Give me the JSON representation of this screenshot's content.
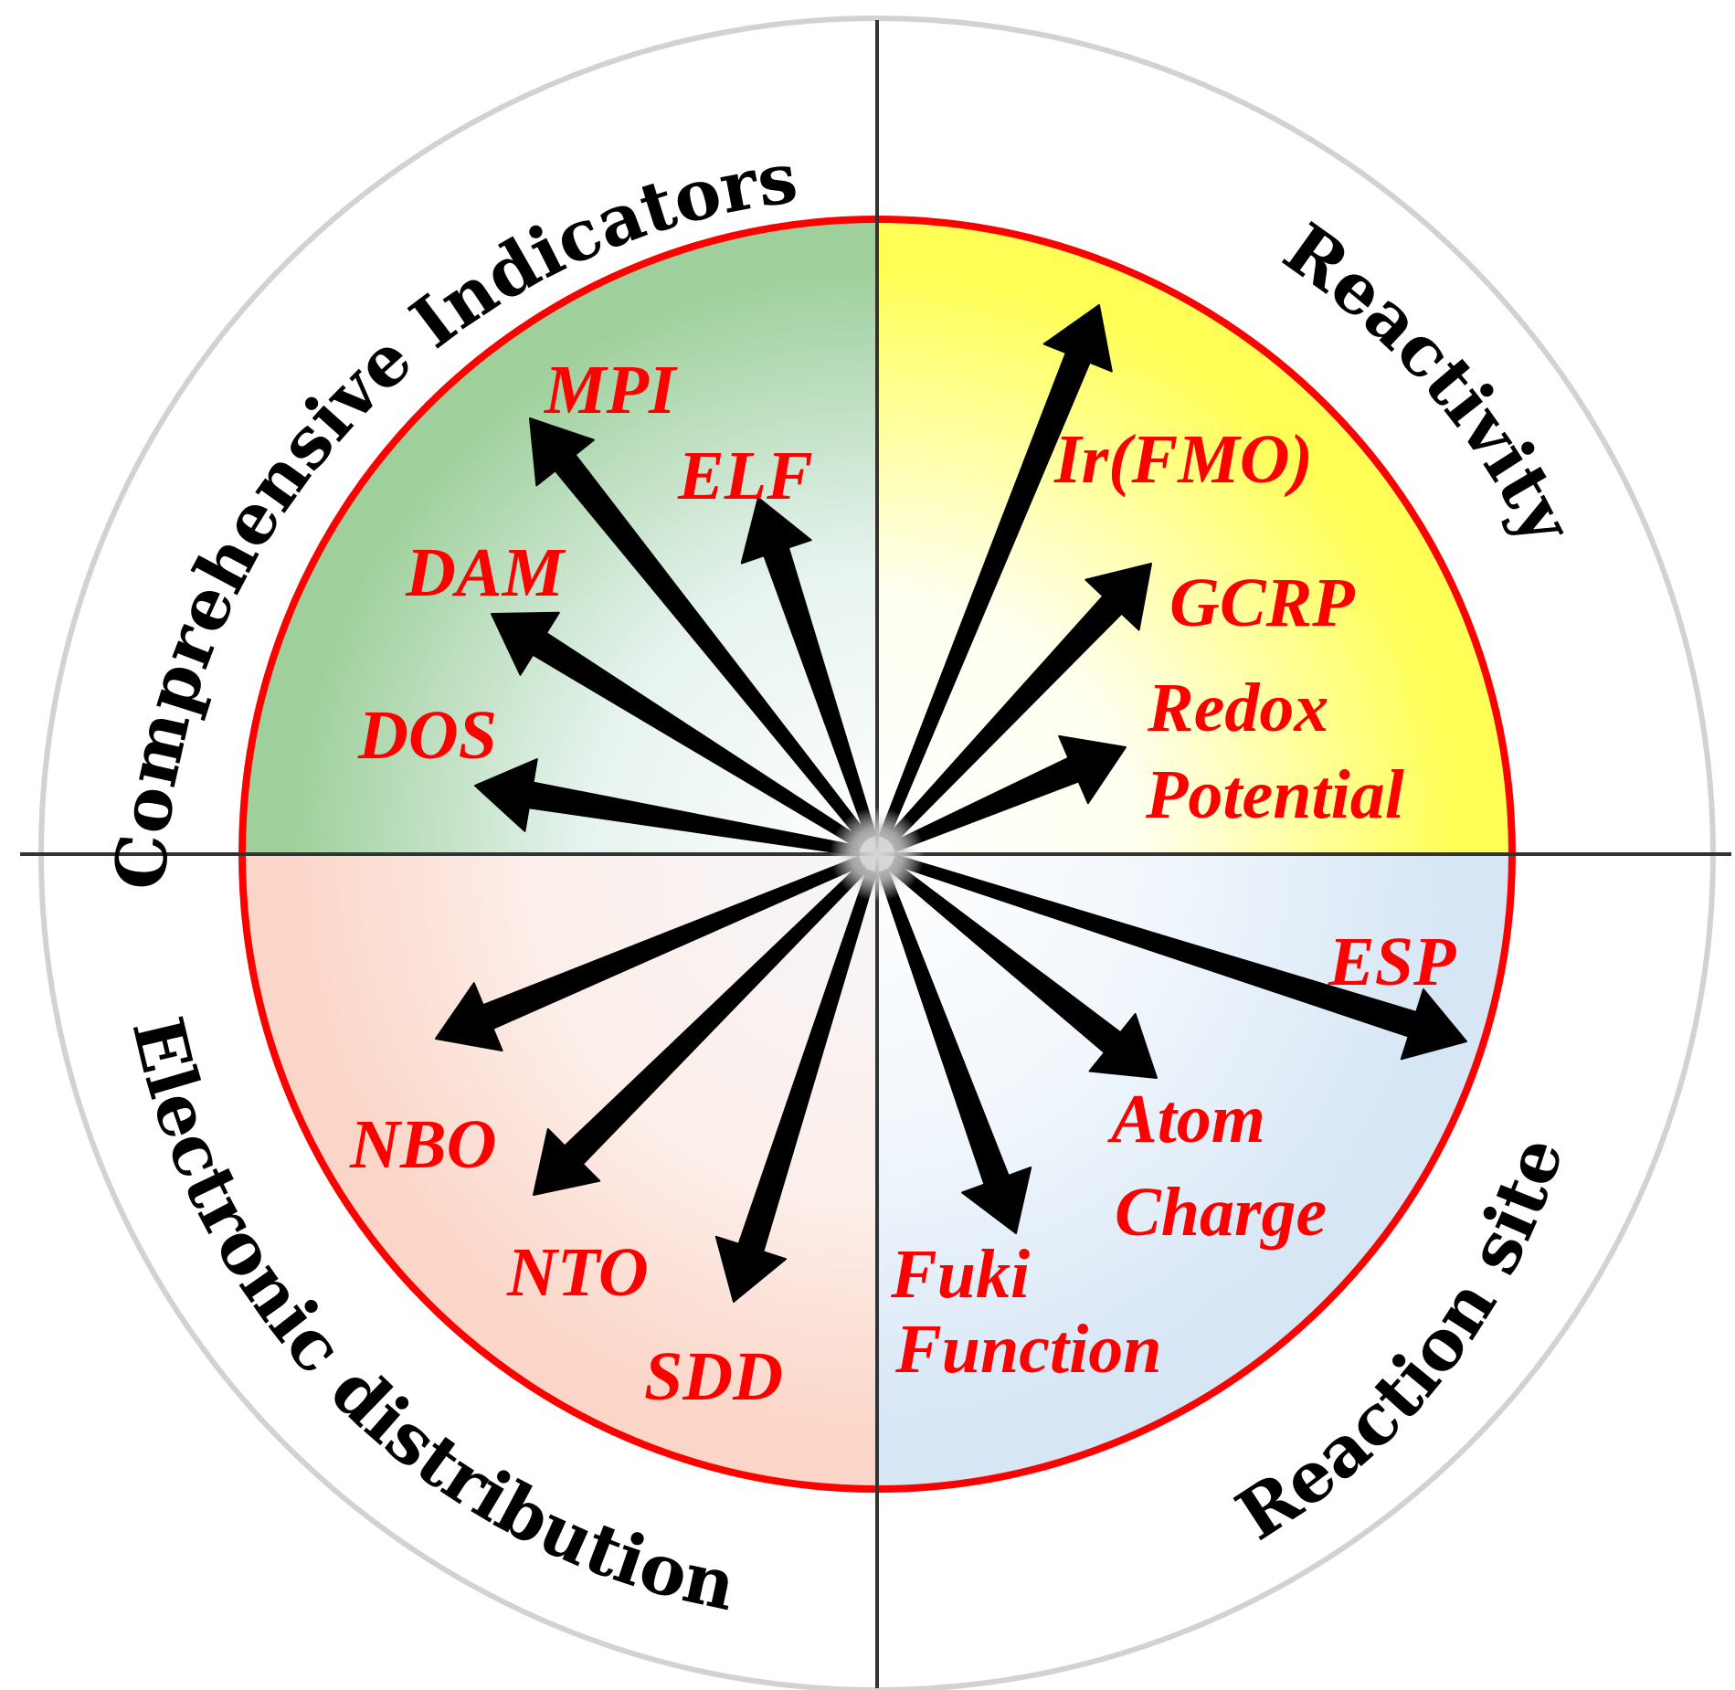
{
  "colors": {
    "ring": "#d2d2d2",
    "divider": "#333333",
    "inner_border": "#ff0000",
    "label": "#ff0000",
    "quadrant_title": "#000000",
    "arrow": "#000000",
    "comprehensive_fill": "#9fd09c",
    "reactivity_fill": "#ffff55",
    "electronic_fill": "#fbd6c8",
    "reaction_site_fill": "#d6e6f5"
  },
  "quadrants": {
    "comprehensive": {
      "title": "Comprehensive Indicators"
    },
    "reactivity": {
      "title": "Reactivity"
    },
    "electronic": {
      "title": "Electronic distribution"
    },
    "reaction_site": {
      "title": "Reaction site"
    }
  },
  "methods": {
    "mpi": "MPI",
    "elf": "ELF",
    "dam": "DAM",
    "dos": "DOS",
    "ir_fmo": "Ir(FMO)",
    "gcrp": "GCRP",
    "redox_line1": "Redox",
    "redox_line2": "Potential",
    "esp": "ESP",
    "atom_charge_line1": "Atom",
    "atom_charge_line2": "Charge",
    "fuki_line1": "Fuki",
    "fuki_line2": "Function",
    "nbo": "NBO",
    "nto": "NTO",
    "sdd": "SDD"
  },
  "arrows": [
    {
      "name": "arrow-mpi",
      "icon": "arrow-icon"
    },
    {
      "name": "arrow-elf",
      "icon": "arrow-icon"
    },
    {
      "name": "arrow-dam",
      "icon": "arrow-icon"
    },
    {
      "name": "arrow-dos",
      "icon": "arrow-icon"
    },
    {
      "name": "arrow-ir-fmo",
      "icon": "arrow-icon"
    },
    {
      "name": "arrow-gcrp",
      "icon": "arrow-icon"
    },
    {
      "name": "arrow-redox-potential",
      "icon": "arrow-icon"
    },
    {
      "name": "arrow-esp",
      "icon": "arrow-icon"
    },
    {
      "name": "arrow-atom-charge",
      "icon": "arrow-icon"
    },
    {
      "name": "arrow-fuki-function",
      "icon": "arrow-icon"
    },
    {
      "name": "arrow-sdd",
      "icon": "arrow-icon"
    },
    {
      "name": "arrow-nto",
      "icon": "arrow-icon"
    },
    {
      "name": "arrow-nbo",
      "icon": "arrow-icon"
    }
  ]
}
